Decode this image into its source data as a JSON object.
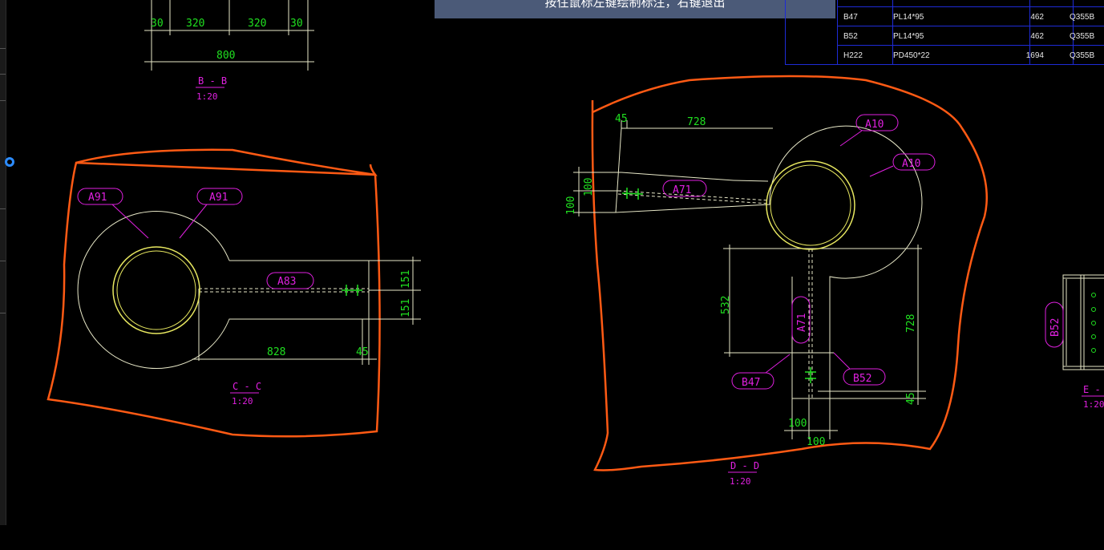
{
  "colors": {
    "background": "#000000",
    "outline": "#e8e8c8",
    "hole": "#e8e860",
    "dimension": "#20e020",
    "label": "#e020e0",
    "cloud": "#ff5a14",
    "table_line": "#1e2bd6",
    "banner": "#4b5a78"
  },
  "status_prompt": "按住鼠标左键绘制标注，右键退出",
  "bom_rows": [
    {
      "part": "B47",
      "spec": "PL14*95",
      "length": "462",
      "material": "Q355B"
    },
    {
      "part": "B52",
      "spec": "PL14*95",
      "length": "462",
      "material": "Q355B"
    },
    {
      "part": "H222",
      "spec": "PD450*22",
      "length": "1694",
      "material": "Q355B"
    }
  ],
  "view_bb": {
    "title": "B - B",
    "scale": "1:20",
    "dims": [
      "30",
      "320",
      "320",
      "30",
      "800"
    ]
  },
  "view_cc": {
    "title": "C - C",
    "scale": "1:20",
    "labels": [
      "A91",
      "A91",
      "A83"
    ],
    "dims": [
      "151",
      "151",
      "828",
      "45"
    ]
  },
  "view_dd": {
    "title": "D - D",
    "scale": "1:20",
    "labels": [
      "A10",
      "A10",
      "A71",
      "A71",
      "B47",
      "B52"
    ],
    "dims": [
      "45",
      "728",
      "100",
      "100",
      "532",
      "728",
      "45",
      "100",
      "100"
    ]
  },
  "view_ee": {
    "title": "E - E",
    "scale": "1:20",
    "labels": [
      "B52"
    ]
  }
}
